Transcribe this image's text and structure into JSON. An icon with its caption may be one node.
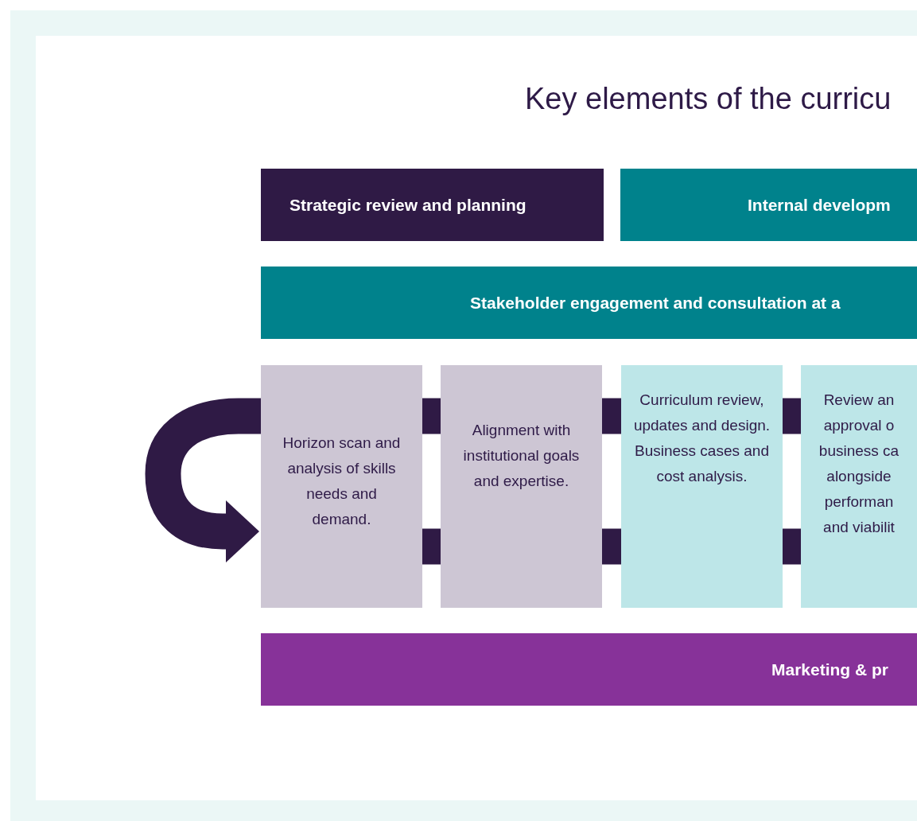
{
  "diagram": {
    "title": "Key elements of the curricu",
    "nodes": [
      {
        "text": [
          "Strategic review and planning"
        ]
      },
      {
        "text": [
          "Internal developm"
        ]
      },
      {
        "text": [
          "Stakeholder engagement and consultation at a"
        ]
      },
      {
        "text": [
          "Horizon scan and analysis of skills needs and demand."
        ]
      },
      {
        "text": [
          "Alignment with institutional goals and expertise."
        ]
      },
      {
        "text": [
          "Curriculum review, updates and design. Business cases and cost analysis."
        ]
      },
      {
        "text": [
          "Review an approval o business ca alongside performan and viabilit"
        ]
      },
      {
        "text": [
          "Marketing & pr"
        ]
      }
    ],
    "edges": [
      {
        "from": 3,
        "to": 3,
        "arrow": "to"
      },
      {
        "from": 3,
        "to": 4,
        "arrow": "none"
      },
      {
        "from": 3,
        "to": 4,
        "arrow": "none"
      },
      {
        "from": 4,
        "to": 5,
        "arrow": "none"
      },
      {
        "from": 4,
        "to": 5,
        "arrow": "none"
      },
      {
        "from": 5,
        "to": 6,
        "arrow": "none"
      },
      {
        "from": 5,
        "to": 6,
        "arrow": "none"
      }
    ]
  }
}
